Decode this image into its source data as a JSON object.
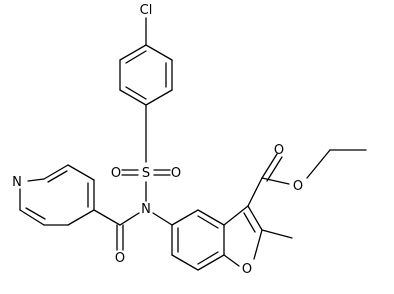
{
  "colors": {
    "ink": "#000000",
    "background": "#ffffff"
  },
  "atoms": {
    "cl": "Cl",
    "s": "S",
    "o_sulfonyl_left": "O",
    "o_sulfonyl_right": "O",
    "n_amide": "N",
    "n_pyridine": "N",
    "o_amide": "O",
    "o_ester_carbonyl": "O",
    "o_ester": "O",
    "o_furan": "O"
  }
}
